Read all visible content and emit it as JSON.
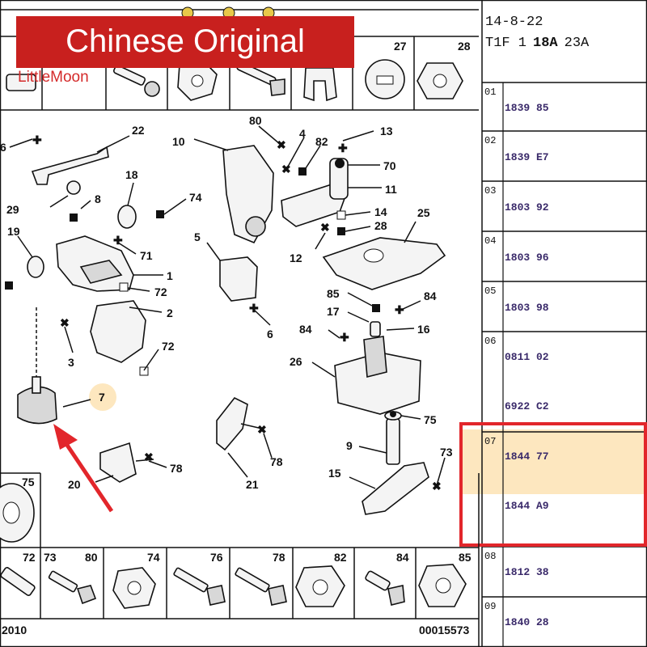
{
  "banner": {
    "text": "Chinese Original",
    "watermark": "LittleMoon",
    "color": "#c8201e"
  },
  "header": {
    "date": "14-8-22",
    "code_prefix": "T1F 1",
    "code_bold": "18A",
    "code_suffix": "23A"
  },
  "highlight": {
    "row": "07",
    "fill": "#fde7bf",
    "box_color": "#e2262b",
    "arrow_color": "#e2262b"
  },
  "refs": [
    {
      "idx": "01",
      "values": [
        "1839 85"
      ]
    },
    {
      "idx": "02",
      "values": [
        "1839 E7"
      ]
    },
    {
      "idx": "03",
      "values": [
        "1803 92"
      ]
    },
    {
      "idx": "04",
      "values": [
        "1803 96"
      ]
    },
    {
      "idx": "05",
      "values": [
        "1803 98"
      ]
    },
    {
      "idx": "06",
      "values": [
        "0811 02",
        "6922 C2"
      ]
    },
    {
      "idx": "07",
      "values": [
        "1844 77",
        "1844 A9"
      ]
    },
    {
      "idx": "08",
      "values": [
        "1812 38"
      ]
    },
    {
      "idx": "09",
      "values": [
        "1840 28"
      ]
    }
  ],
  "top_row_labels": {
    "c1": "27",
    "c2": "28"
  },
  "bottom_row_labels": [
    "72",
    "73",
    "80",
    "74",
    "76",
    "78",
    "82",
    "84",
    "85"
  ],
  "left_box_label": "75",
  "footer": {
    "left": "2010",
    "right": "00015573"
  },
  "callouts": [
    "22",
    "6",
    "29",
    "8",
    "18",
    "74",
    "19",
    "71",
    "1",
    "72",
    "2",
    "3",
    "72",
    "7",
    "20",
    "78",
    "10",
    "80",
    "4",
    "82",
    "13",
    "70",
    "11",
    "14",
    "28",
    "12",
    "5",
    "25",
    "6",
    "85",
    "84",
    "17",
    "84",
    "16",
    "26",
    "75",
    "9",
    "73",
    "15",
    "21",
    "78"
  ]
}
